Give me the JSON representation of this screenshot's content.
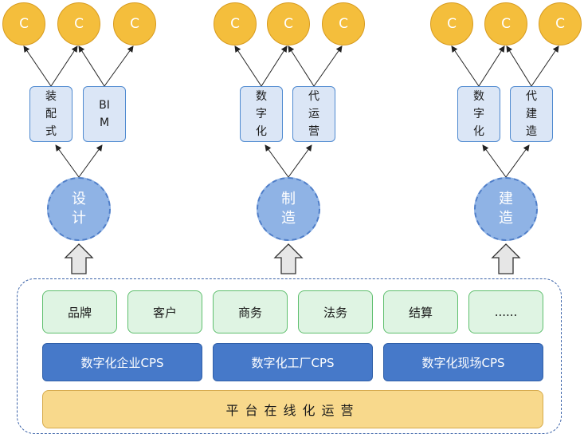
{
  "diagram": {
    "groups": [
      {
        "hub_label": "设计",
        "c_nodes": [
          "C",
          "C",
          "C"
        ],
        "sub_labels": [
          "装配式",
          "BIM"
        ]
      },
      {
        "hub_label": "制造",
        "c_nodes": [
          "C",
          "C",
          "C"
        ],
        "sub_labels": [
          "数字化",
          "代运营"
        ]
      },
      {
        "hub_label": "建造",
        "c_nodes": [
          "C",
          "C",
          "C"
        ],
        "sub_labels": [
          "数字化",
          "代建造"
        ]
      }
    ],
    "platform": {
      "modules": [
        "品牌",
        "客户",
        "商务",
        "法务",
        "结算",
        "......"
      ],
      "cps": [
        "数字化企业CPS",
        "数字化工厂CPS",
        "数字化现场CPS"
      ],
      "operation": "平台在线化运营"
    },
    "colors": {
      "c_node": "#f4be3c",
      "sub_box": "#dbe6f6",
      "hub": "#8fb3e5",
      "module": "#dff4e3",
      "cps": "#4679c9",
      "operation": "#f8d98c"
    }
  }
}
